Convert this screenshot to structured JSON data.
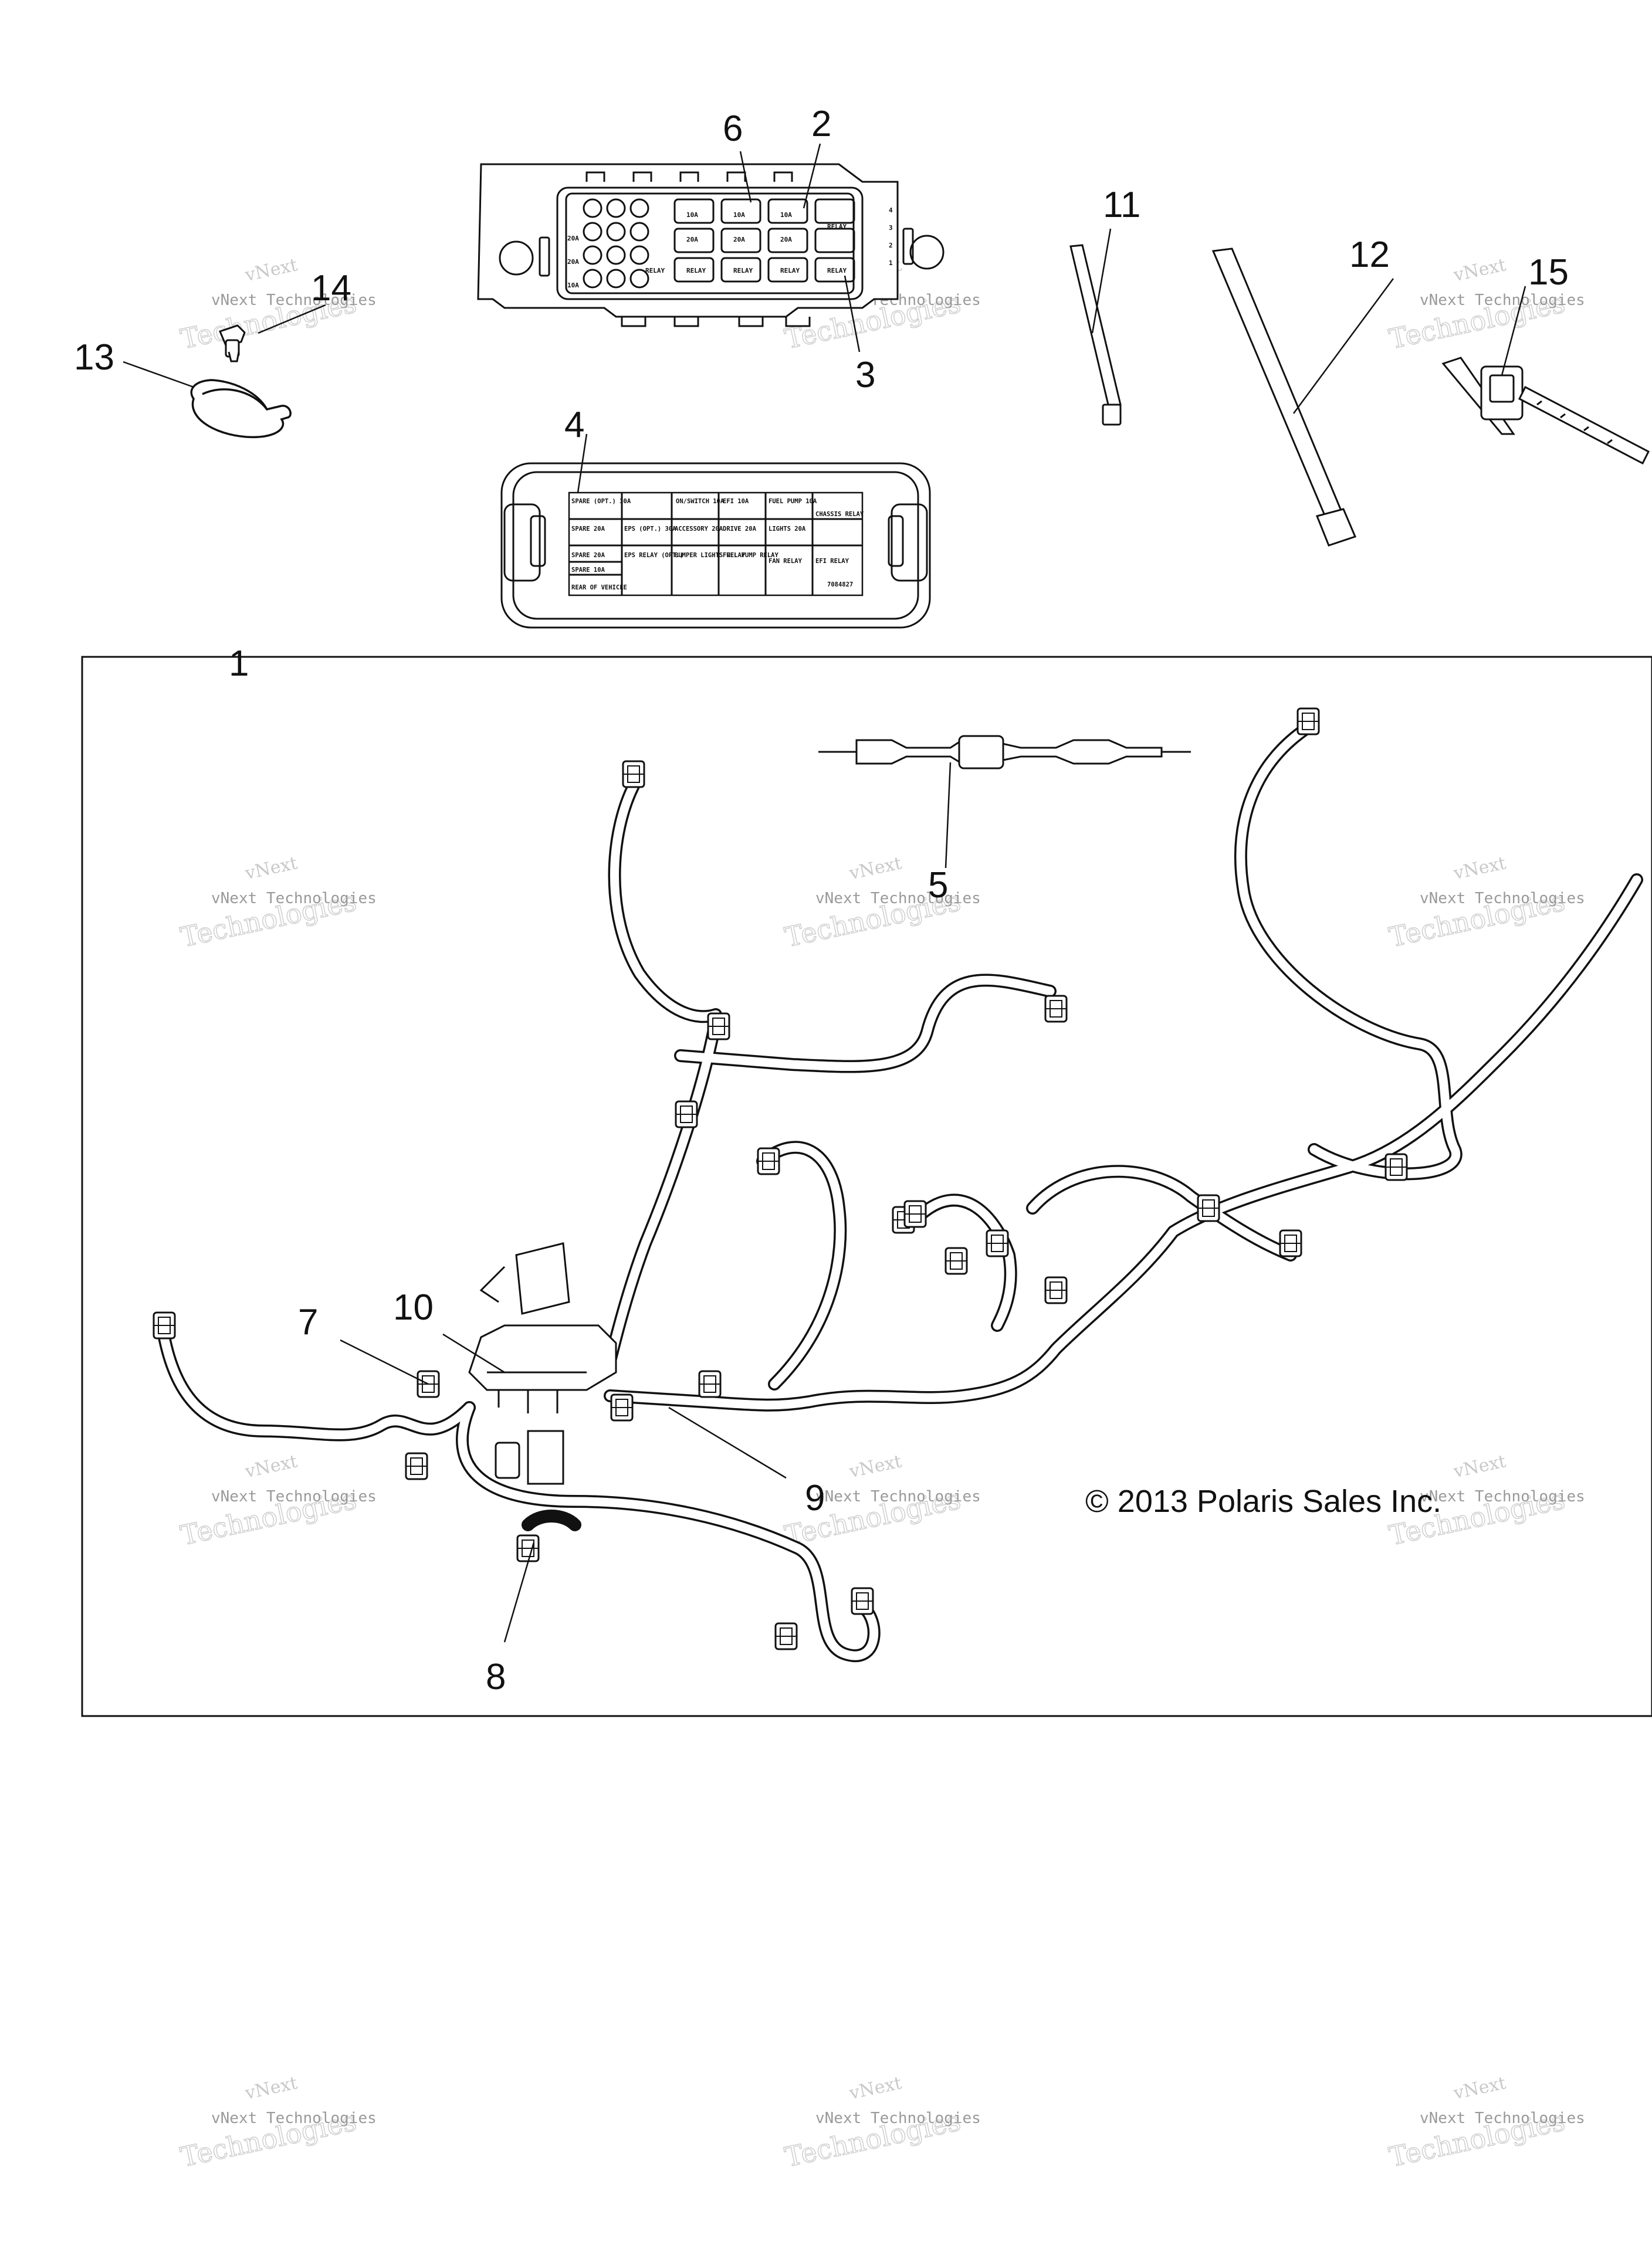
{
  "callouts": [
    "1",
    "2",
    "3",
    "4",
    "5",
    "6",
    "7",
    "8",
    "9",
    "10",
    "11",
    "12",
    "13",
    "14",
    "15"
  ],
  "copyright": "© 2013 Polaris Sales Inc.",
  "watermark": {
    "line1": "vNext",
    "line2": "Technologies",
    "line3": "vNext Technologies"
  },
  "fuse_box": {
    "fuse_labels": [
      "20A",
      "20A",
      "10A",
      "10A",
      "10A",
      "10A",
      "20A",
      "20A",
      "20A",
      "RELAY",
      "RELAY",
      "RELAY",
      "RELAY",
      "RELAY",
      "RELAY"
    ],
    "side_numbers": [
      "4",
      "3",
      "2",
      "1"
    ]
  },
  "fuse_cover_label": {
    "cells": [
      "SPARE (OPT.) 30A",
      "",
      "ON/SWITCH 10A",
      "EFI 10A",
      "FUEL PUMP 10A",
      "CHASSIS RELAY",
      "SPARE 20A",
      "EPS (OPT.) 30A",
      "ACCESSORY 20A",
      "DRIVE 20A",
      "LIGHTS 20A",
      "SPARE 20A",
      "EPS RELAY (OPT.)",
      "BUMPER LIGHTS RELAY",
      "FUEL PUMP RELAY",
      "FAN RELAY",
      "EFI RELAY",
      "SPARE 10A",
      "REAR OF VEHICLE",
      "7084827"
    ]
  },
  "colors": {
    "line": "#111111",
    "watermark": "#c8c8c8"
  }
}
